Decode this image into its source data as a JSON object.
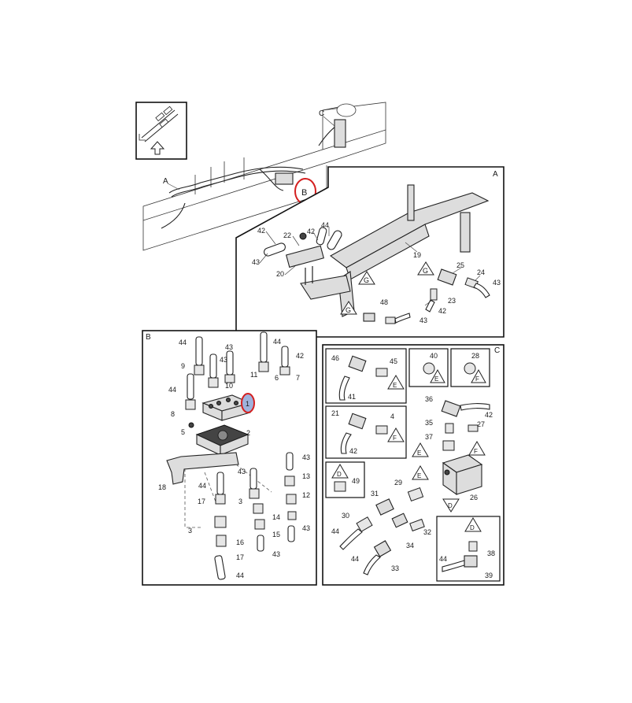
{
  "panels": {
    "overview": {
      "label_a": "A",
      "label_b": "B",
      "label_c": "C"
    },
    "a": {
      "letter": "A"
    },
    "b": {
      "letter": "B"
    },
    "c": {
      "letter": "C"
    }
  },
  "callouts_a": [
    "42",
    "22",
    "42",
    "44",
    "43",
    "20",
    "19",
    "25",
    "24",
    "43",
    "23",
    "42",
    "48",
    "43"
  ],
  "callouts_b": [
    "44",
    "43",
    "44",
    "42",
    "9",
    "43",
    "11",
    "6",
    "10",
    "7",
    "44",
    "1",
    "8",
    "5",
    "2",
    "18",
    "43",
    "44",
    "43",
    "13",
    "17",
    "12",
    "3",
    "3",
    "14",
    "15",
    "43",
    "16",
    "17",
    "43",
    "44"
  ],
  "callouts_c": [
    "46",
    "45",
    "41",
    "40",
    "28",
    "36",
    "42",
    "21",
    "4",
    "42",
    "27",
    "35",
    "37",
    "49",
    "29",
    "26",
    "31",
    "30",
    "32",
    "44",
    "34",
    "44",
    "33",
    "38",
    "44",
    "39"
  ],
  "view_markers": [
    "G",
    "G",
    "G",
    "E",
    "F",
    "E",
    "F",
    "E",
    "E",
    "D",
    "F",
    "D",
    "D"
  ],
  "highlight_color": "#d42020",
  "highlight_fill": "#9fb2dc"
}
